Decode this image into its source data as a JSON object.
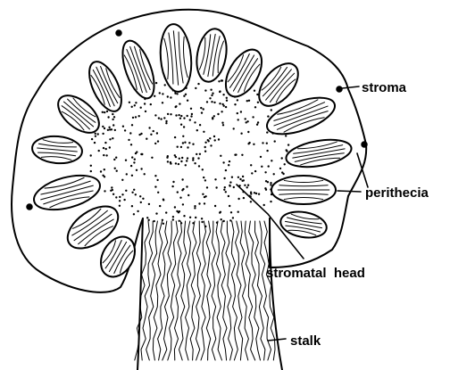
{
  "labels": {
    "stroma": "stroma",
    "perithecia": "perithecia",
    "stromatal_head": "stromatal  head",
    "stalk": "stalk"
  }
}
